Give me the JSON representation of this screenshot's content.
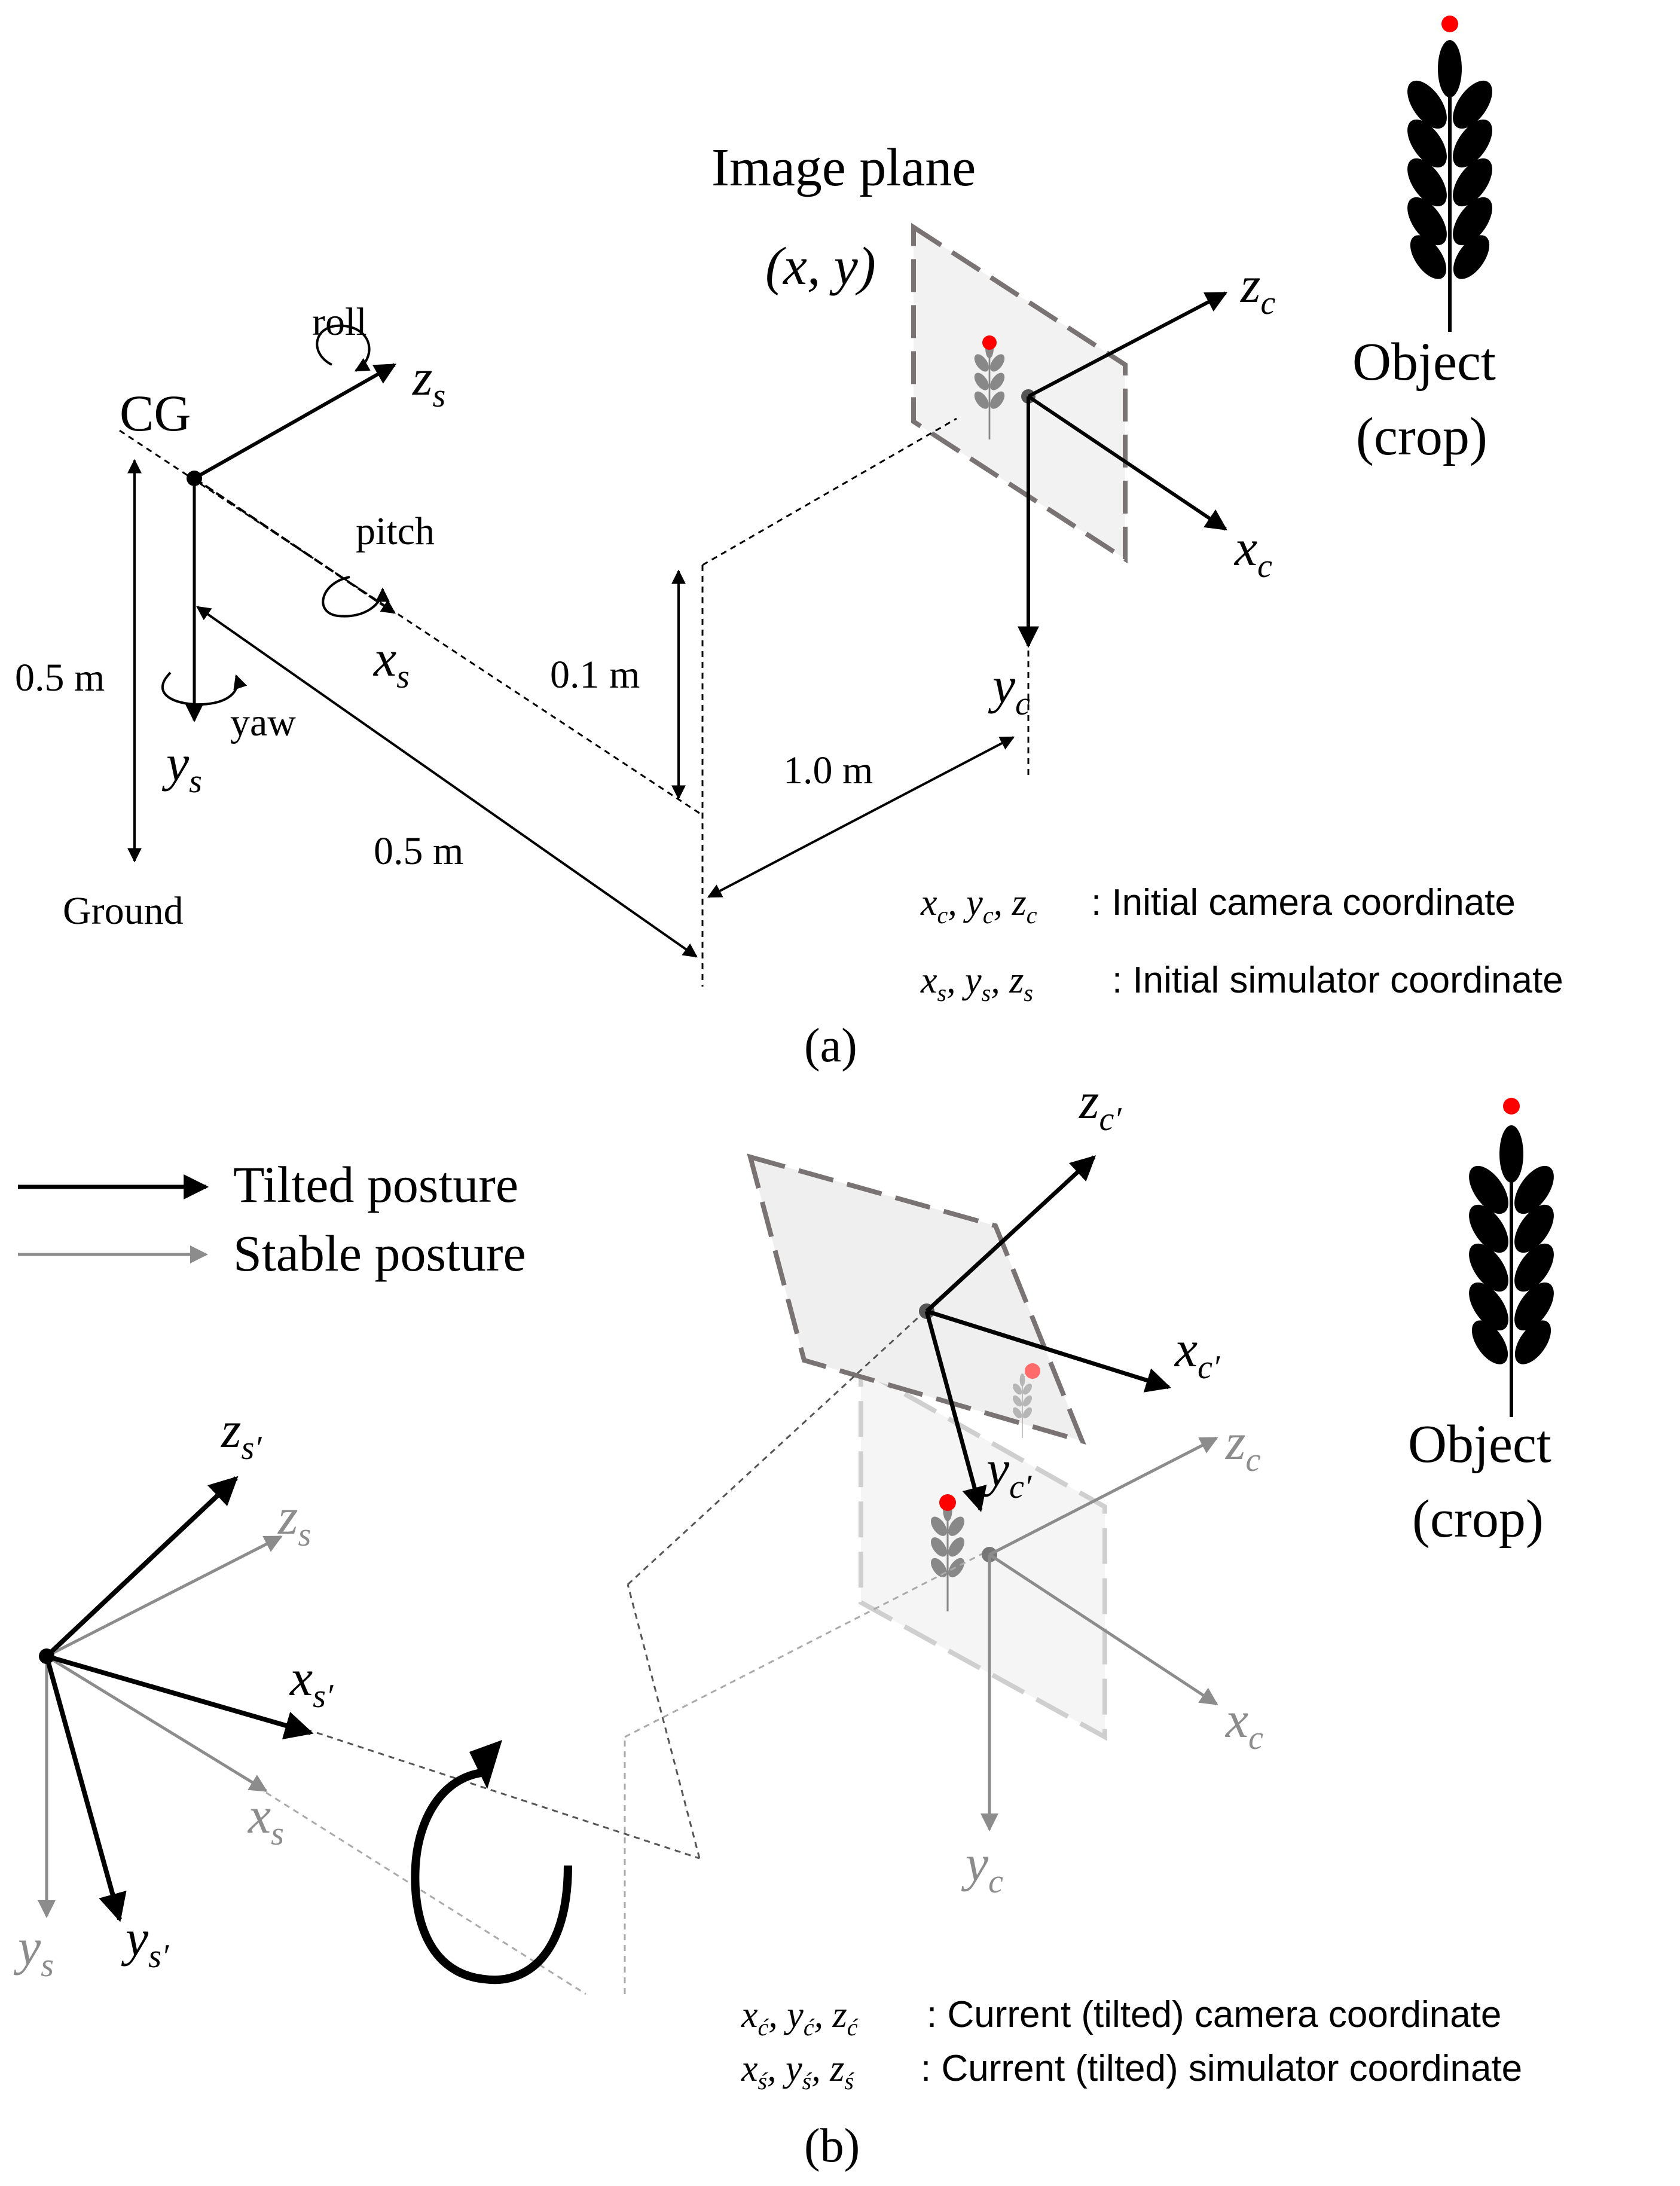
{
  "panel_a": {
    "caption": "(a)",
    "image_plane_title": "Image plane",
    "image_plane_coords": "(x, y)",
    "cg_label": "CG",
    "roll_label": "roll",
    "pitch_label": "pitch",
    "yaw_label": "yaw",
    "axis_zs": "z",
    "axis_xs": "x",
    "axis_ys": "y",
    "axis_zc": "z",
    "axis_xc": "x",
    "axis_yc": "y",
    "sub_s": "s",
    "sub_c": "c",
    "dim_height": "0.5 m",
    "dim_offset_vertical": "0.1 m",
    "dim_forward": "1.0 m",
    "dim_lateral": "0.5 m",
    "ground_label": "Ground",
    "object_label_1": "Object",
    "object_label_2": "(crop)",
    "legend_camera_symbols": "x",
    "legend_camera_text": ": Initial camera coordinate",
    "legend_sim_text": ": Initial simulator coordinate"
  },
  "panel_b": {
    "caption": "(b)",
    "legend_tilted": "Tilted posture",
    "legend_stable": "Stable posture",
    "axis_zs_prime": "z",
    "axis_xs_prime": "x",
    "axis_ys_prime": "y",
    "axis_zs": "z",
    "axis_xs": "x",
    "axis_ys": "y",
    "axis_zc_prime": "z",
    "axis_xc_prime": "x",
    "axis_yc_prime": "y",
    "axis_zc": "z",
    "axis_xc": "x",
    "axis_yc": "y",
    "sub_s_prime": "s′",
    "sub_c_prime": "c′",
    "sub_s": "s",
    "sub_c": "c",
    "object_label_1": "Object",
    "object_label_2": "(crop)",
    "legend_camera_text": ": Current (tilted) camera coordinate",
    "legend_sim_text": ": Current (tilted) simulator coordinate"
  },
  "colors": {
    "tilted": "#000000",
    "stable": "#8c8c8c",
    "plane_fill": "#f2f2f2",
    "plane_edge": "#7a7373",
    "object_dot": "#ff0000"
  },
  "icons": [
    "wheat-icon",
    "rotation-arrow-icon"
  ]
}
